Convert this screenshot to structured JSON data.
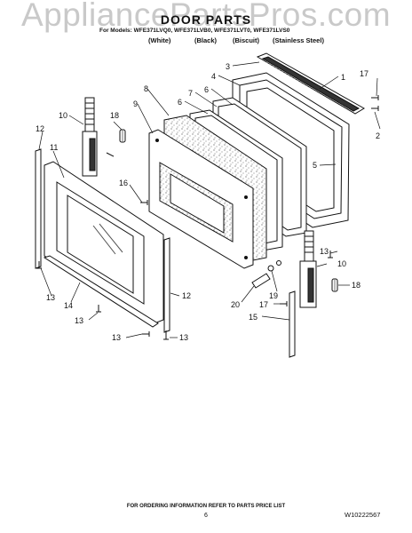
{
  "watermark": "AppliancePartsPros.com",
  "title": "DOOR PARTS",
  "models_line": "For Models: WFE371LVQ0, WFE371LVB0, WFE371LVT0, WFE371LVS0",
  "colors": [
    "(White)",
    "(Black)",
    "(Biscuit)",
    "(Stainless Steel)"
  ],
  "callouts": [
    "1",
    "2",
    "3",
    "4",
    "5",
    "6",
    "6",
    "7",
    "8",
    "9",
    "10",
    "10",
    "11",
    "12",
    "12",
    "13",
    "13",
    "13",
    "13",
    "13",
    "14",
    "15",
    "16",
    "17",
    "17",
    "18",
    "18",
    "19",
    "20"
  ],
  "footer": "FOR ORDERING INFORMATION REFER TO PARTS PRICE LIST",
  "page_number": "6",
  "doc_id": "W10222567"
}
